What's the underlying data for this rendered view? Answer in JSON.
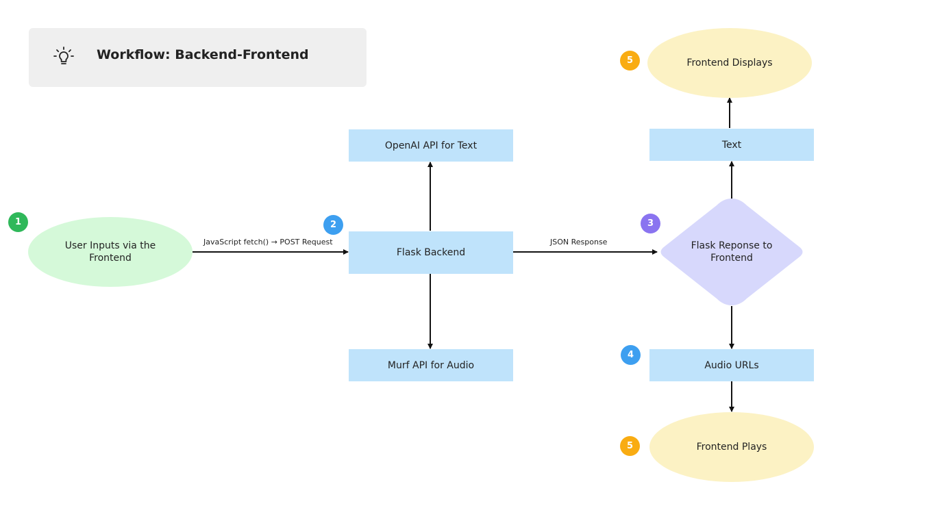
{
  "header": {
    "icon": "lightbulb-icon",
    "title": "Workflow: Backend-Frontend"
  },
  "nodes": {
    "user_inputs": "User Inputs via the Frontend",
    "flask_backend": "Flask Backend",
    "openai_api": "OpenAI API for Text",
    "murf_api": "Murf API for Audio",
    "flask_response": "Flask Reponse to Frontend",
    "text": "Text",
    "audio_urls": "Audio URLs",
    "frontend_displays": "Frontend Displays",
    "frontend_plays": "Frontend Plays"
  },
  "edges": {
    "fetch_label": "JavaScript fetch() → POST Request",
    "json_label": "JSON Response"
  },
  "badges": {
    "step1": "1",
    "step2": "2",
    "step3": "3",
    "step4": "4",
    "step5_display": "5",
    "step5_play": "5"
  },
  "colors": {
    "rect_fill": "#bfe3fb",
    "start_fill": "#d5f9d9",
    "end_fill": "#fcf2c4",
    "decision_fill": "#d7d8fc",
    "badge_green": "#2fb85a",
    "badge_blue": "#3d9ff0",
    "badge_purple": "#8a74f0",
    "badge_orange": "#f9ac12"
  }
}
